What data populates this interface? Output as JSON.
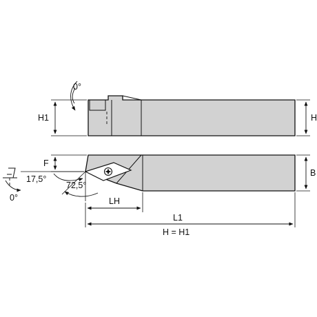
{
  "labels": {
    "angle_top": "0°",
    "h1_left": "H1",
    "h_right": "H",
    "f": "F",
    "b": "B",
    "angle_175": "17,5°",
    "angle_725": "72,5°",
    "angle_bottom": "0°",
    "lh": "LH",
    "l1": "L1",
    "h_eq_h1": "H = H1"
  },
  "colors": {
    "body_fill": "#d2d2d2",
    "line": "#111111",
    "background": "#ffffff"
  },
  "icons": {
    "rake_symbol": "tilted-rake-angle-icon"
  }
}
